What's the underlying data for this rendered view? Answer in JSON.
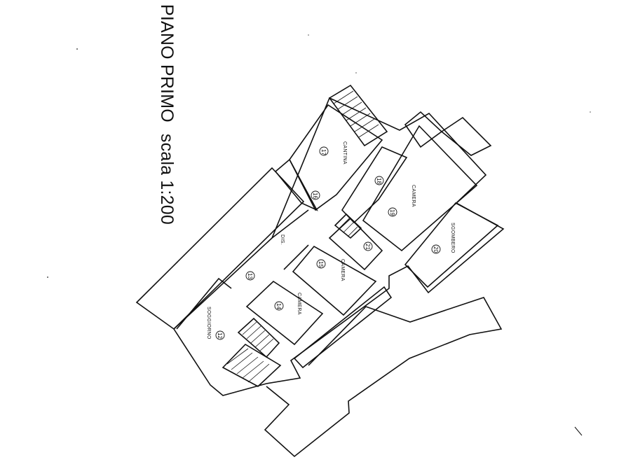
{
  "title": {
    "floor": "PIANO PRIMO",
    "scale": "scala 1:200"
  },
  "rooms": [
    {
      "label": "CANTINA",
      "number": "17"
    },
    {
      "label": "",
      "number": "16"
    },
    {
      "label": "",
      "number": "18"
    },
    {
      "label": "CAMERA",
      "number": "19"
    },
    {
      "label": "SGOMBERO",
      "number": "20"
    },
    {
      "label": "",
      "number": "21"
    },
    {
      "label": "DIS.",
      "number": "13"
    },
    {
      "label": "CAMERA",
      "number": "15"
    },
    {
      "label": "CAMERA",
      "number": "14"
    },
    {
      "label": "SOGGIORNO",
      "number": "12"
    }
  ]
}
